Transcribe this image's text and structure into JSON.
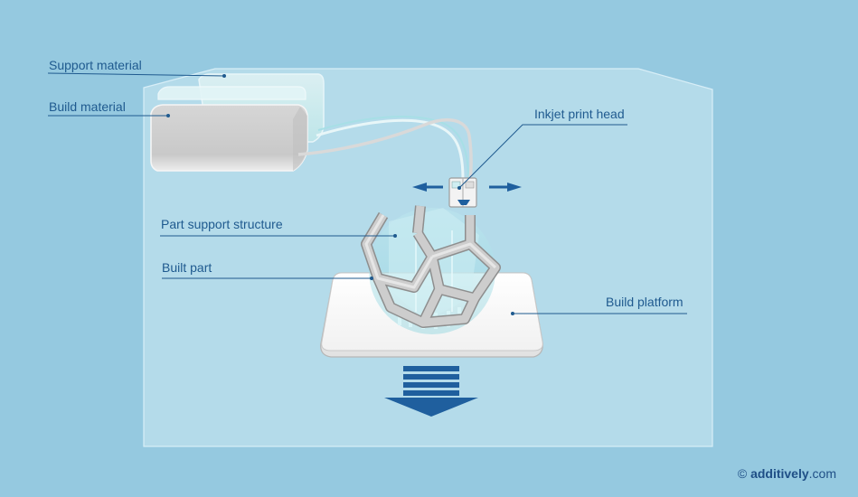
{
  "labels": {
    "support_material": "Support material",
    "build_material": "Build material",
    "inkjet_print_head": "Inkjet print head",
    "part_support_structure": "Part support structure",
    "built_part": "Built part",
    "build_platform": "Build platform"
  },
  "credit": {
    "symbol": "©",
    "brand": "additively",
    "tld": ".com"
  },
  "colors": {
    "background": "#95c9e0",
    "chamber": "#b4dbea",
    "label": "#1f5a8f",
    "arrow": "#1f5f9e"
  }
}
